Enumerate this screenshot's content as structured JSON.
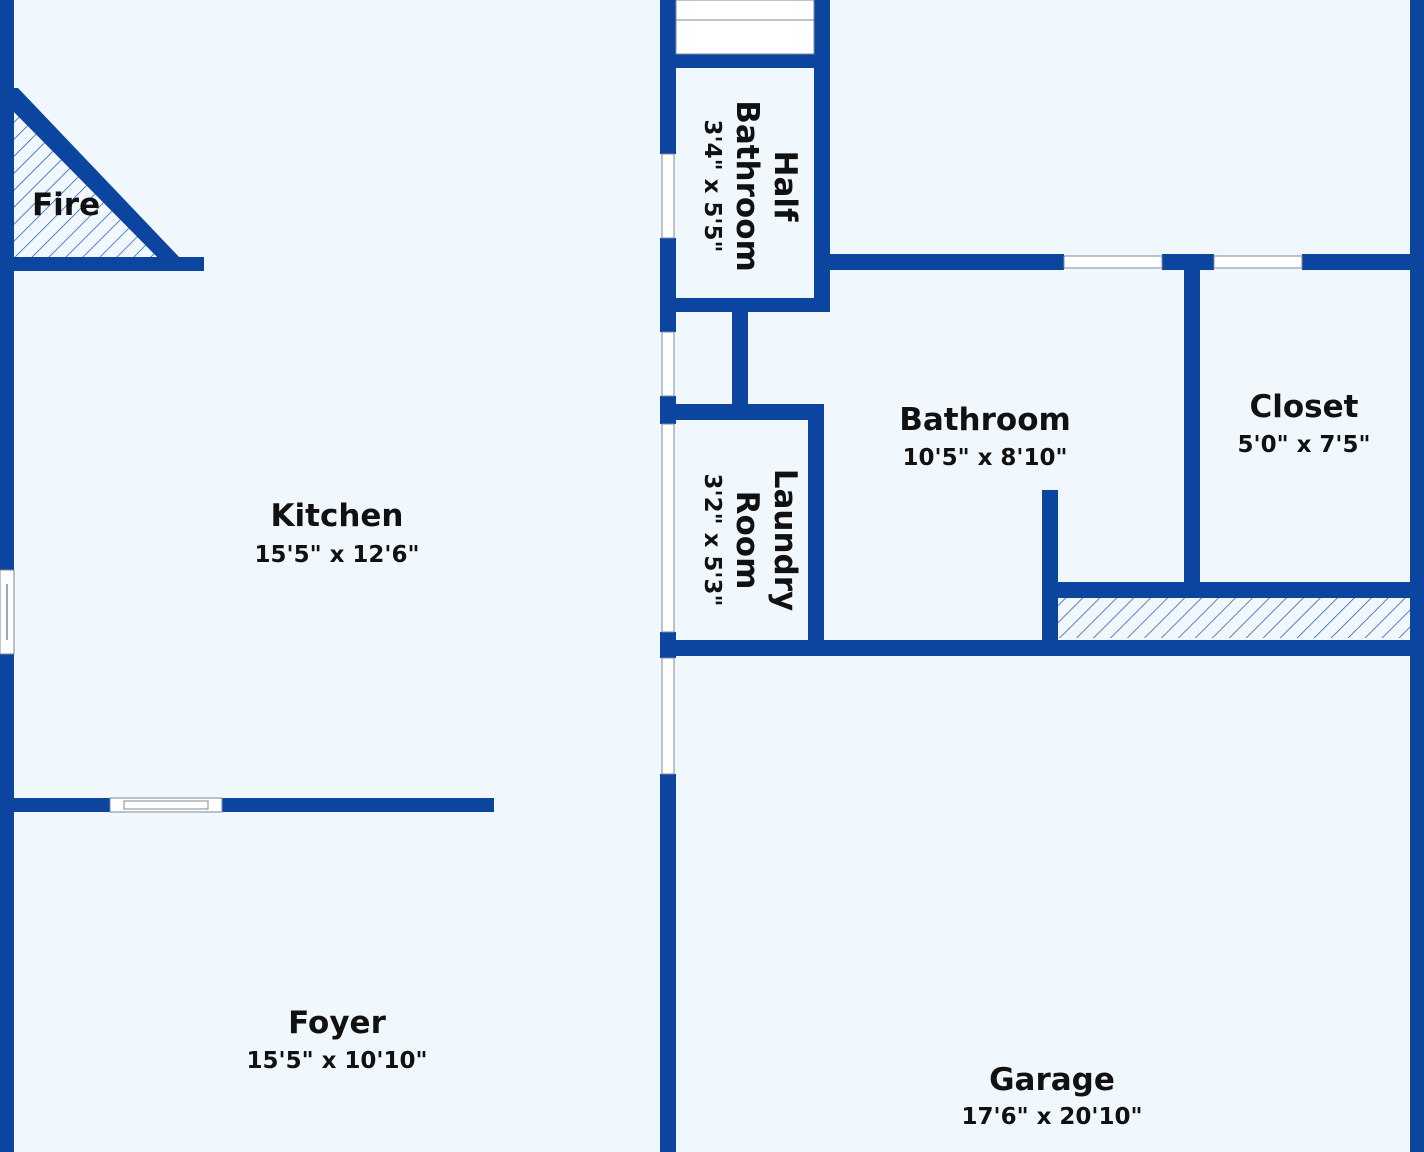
{
  "colors": {
    "wall": "#0b45a0",
    "floor": "#f0f8fe",
    "text": "#111111"
  },
  "rooms": {
    "kitchen": {
      "name": "Kitchen",
      "dims": "15'5\" x 12'6\""
    },
    "foyer": {
      "name": "Foyer",
      "dims": "15'5\" x 10'10\""
    },
    "bathroom": {
      "name": "Bathroom",
      "dims": "10'5\" x 8'10\""
    },
    "closet": {
      "name": "Closet",
      "dims": "5'0\" x 7'5\""
    },
    "garage": {
      "name": "Garage",
      "dims": "17'6\" x 20'10\""
    },
    "half_bathroom": {
      "name_line1": "Half",
      "name_line2": "Bathroom",
      "dims": "3'4\" x 5'5\""
    },
    "laundry_room": {
      "name_line1": "Laundry",
      "name_line2": "Room",
      "dims": "3'2\" x 5'3\""
    },
    "fireplace": {
      "name": "Fire"
    }
  }
}
